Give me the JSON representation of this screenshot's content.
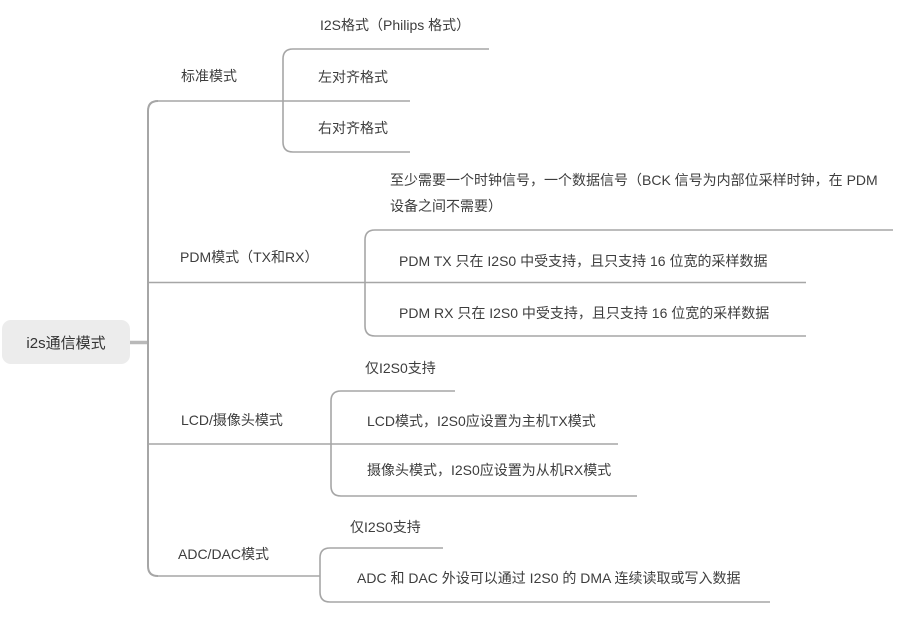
{
  "palette": {
    "line_color": "#a6a6a6",
    "root_connector_color": "#b9b9b9",
    "root_fill": "#ececec",
    "text_color": "#3d3d3d"
  },
  "mindmap": {
    "root": {
      "label": "i2s通信模式"
    },
    "branches": [
      {
        "label": "标准模式",
        "children": [
          {
            "label": "I2S格式（Philips 格式）"
          },
          {
            "label": "左对齐格式"
          },
          {
            "label": "右对齐格式"
          }
        ]
      },
      {
        "label": "PDM模式（TX和RX）",
        "children": [
          {
            "label": "至少需要一个时钟信号，一个数据信号（BCK 信号为内部位采样时钟，在 PDM 设备之间不需要）"
          },
          {
            "label": "PDM TX 只在 I2S0 中受支持，且只支持 16 位宽的采样数据"
          },
          {
            "label": "PDM RX 只在 I2S0 中受支持，且只支持 16 位宽的采样数据"
          }
        ]
      },
      {
        "label": "LCD/摄像头模式",
        "children": [
          {
            "label": "仅I2S0支持"
          },
          {
            "label": "LCD模式，I2S0应设置为主机TX模式"
          },
          {
            "label": "摄像头模式，I2S0应设置为从机RX模式"
          }
        ]
      },
      {
        "label": "ADC/DAC模式",
        "children": [
          {
            "label": "仅I2S0支持"
          },
          {
            "label": "ADC 和 DAC 外设可以通过 I2S0 的 DMA 连续读取或写入数据"
          }
        ]
      }
    ]
  }
}
